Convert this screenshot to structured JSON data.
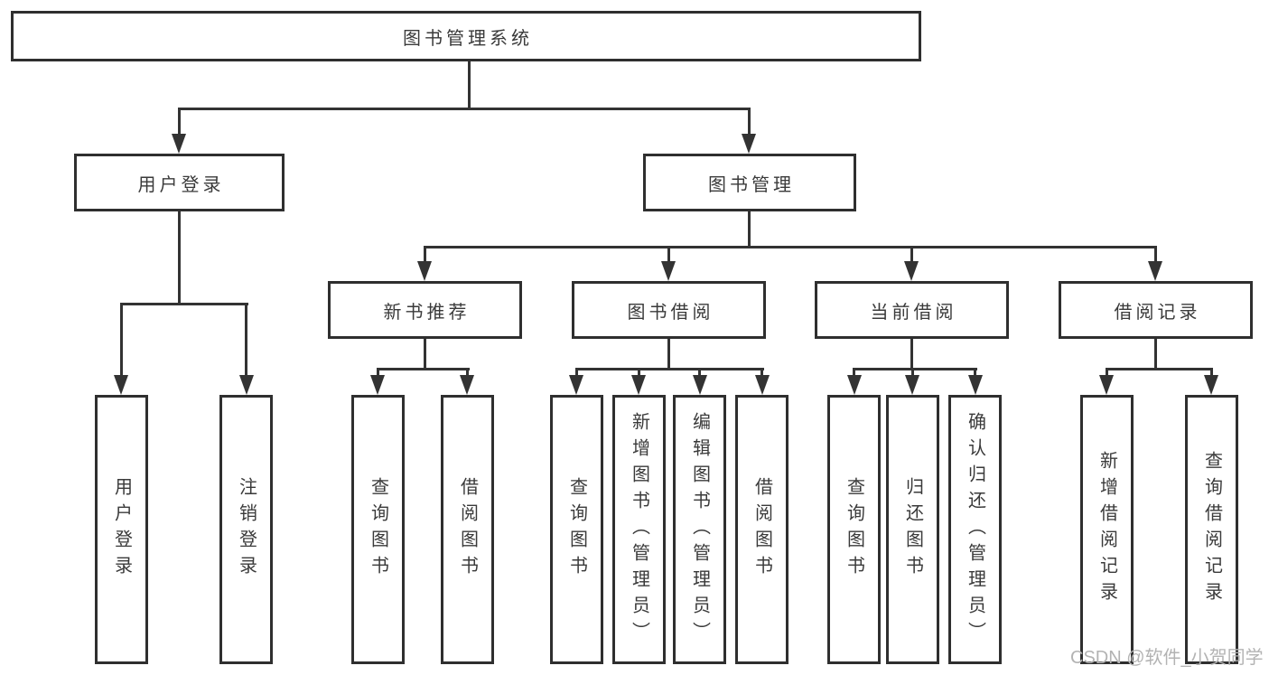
{
  "style": {
    "line_color": "#333333",
    "text_color": "#3a3a3a",
    "background": "#ffffff",
    "watermark_color": "#b3b3b3"
  },
  "watermark": {
    "text": "CSDN @软件_小贺同学"
  },
  "tree": {
    "label": "图书管理系统",
    "children": [
      {
        "label": "用户登录",
        "children": [
          {
            "label": "用户登录"
          },
          {
            "label": "注销登录"
          }
        ]
      },
      {
        "label": "图书管理",
        "children": [
          {
            "label": "新书推荐",
            "children": [
              {
                "label": "查询图书"
              },
              {
                "label": "借阅图书"
              }
            ]
          },
          {
            "label": "图书借阅",
            "children": [
              {
                "label": "查询图书"
              },
              {
                "label": "新增图书（管理员）"
              },
              {
                "label": "编辑图书（管理员）"
              },
              {
                "label": "借阅图书"
              }
            ]
          },
          {
            "label": "当前借阅",
            "children": [
              {
                "label": "查询图书"
              },
              {
                "label": "归还图书"
              },
              {
                "label": "确认归还（管理员）"
              }
            ]
          },
          {
            "label": "借阅记录",
            "children": [
              {
                "label": "新增借阅记录"
              },
              {
                "label": "查询借阅记录"
              }
            ]
          }
        ]
      }
    ]
  }
}
